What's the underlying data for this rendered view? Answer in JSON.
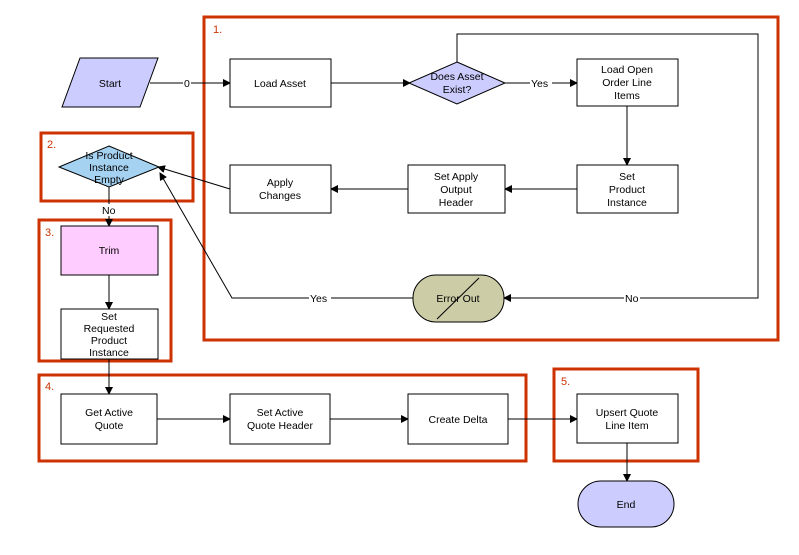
{
  "groups": [
    "1.",
    "2.",
    "3.",
    "4.",
    "5."
  ],
  "steps": {
    "start": "Start",
    "load_asset": "Load Asset",
    "does_asset_exist": [
      "Does Asset",
      "Exist?"
    ],
    "load_open_order": [
      "Load Open",
      "Order Line",
      "Items"
    ],
    "set_product_instance": [
      "Set",
      "Product",
      "Instance"
    ],
    "set_apply_output": [
      "Set Apply",
      "Output",
      "Header"
    ],
    "apply_changes": [
      "Apply",
      "Changes"
    ],
    "is_product_empty": [
      "Is Product",
      "Instance",
      "Empty"
    ],
    "error_out": "Error Out",
    "trim": "Trim",
    "set_requested": [
      "Set",
      "Requested",
      "Product",
      "Instance"
    ],
    "get_active_quote": [
      "Get Active",
      "Quote"
    ],
    "set_active_quote_header": [
      "Set Active",
      "Quote Header"
    ],
    "create_delta": "Create Delta",
    "upsert_quote": [
      "Upsert Quote",
      "Line Item"
    ],
    "end": "End"
  },
  "edge_labels": {
    "start_out": "0",
    "asset_yes": "Yes",
    "asset_no": "No",
    "empty_yes": "Yes",
    "empty_no": "No"
  },
  "colors": {
    "group_border": "#cc3300",
    "start_fill": "#ccccff",
    "decision_asset_fill": "#ccccff",
    "decision_empty_fill": "#a6d2f2",
    "trim_fill": "#ffccff",
    "error_fill": "#cccca6",
    "end_fill": "#ccccff"
  }
}
